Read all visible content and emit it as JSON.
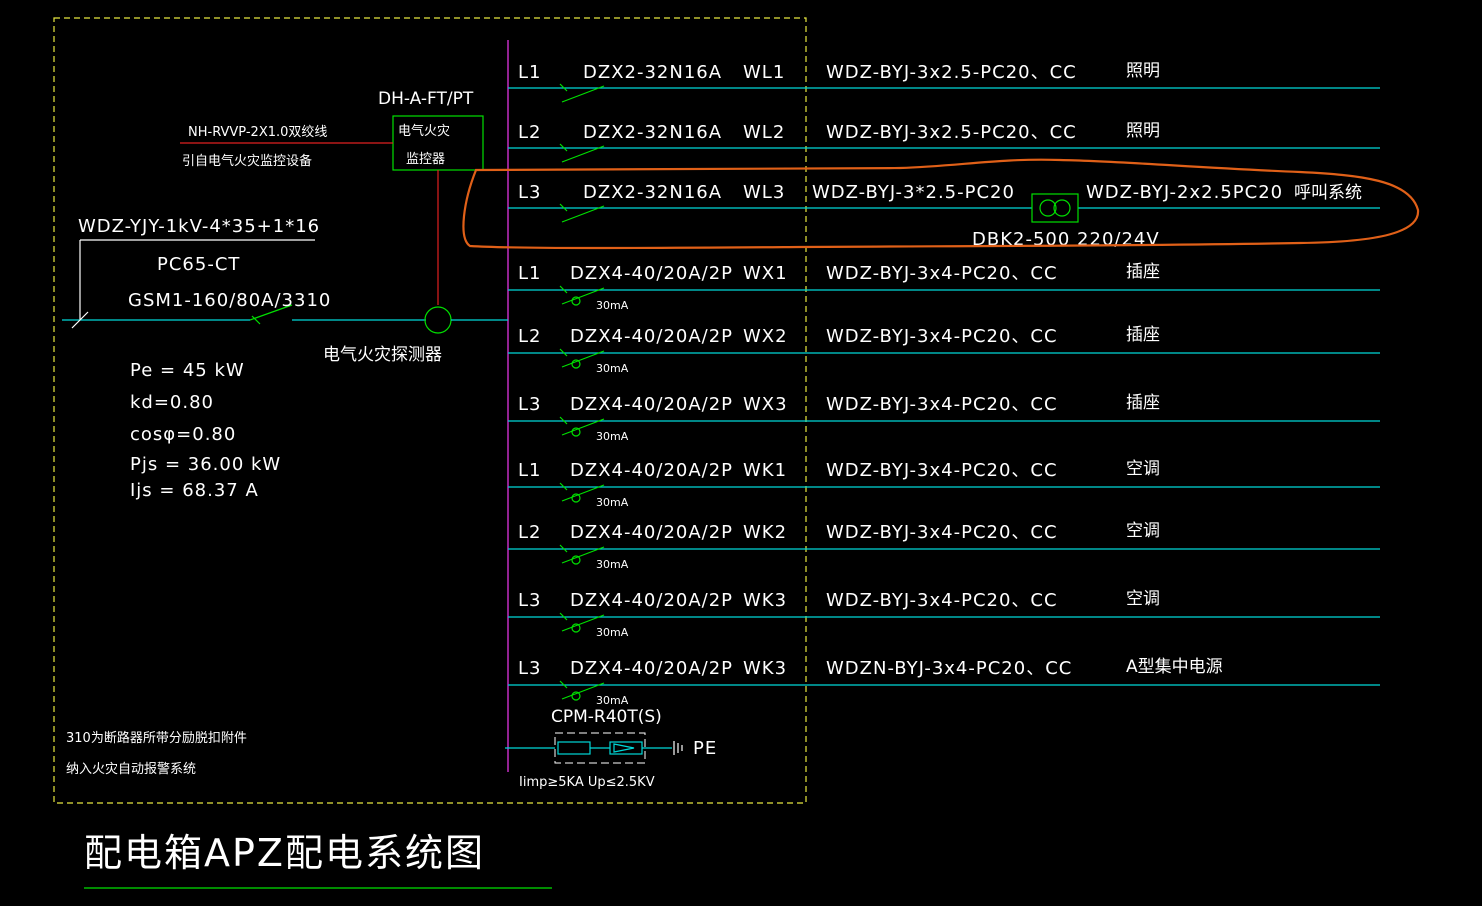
{
  "title": "配电箱APZ配电系统图",
  "incoming": {
    "cable": "WDZ-YJY-1kV-4*35+1*16",
    "meter": "PC65-CT",
    "breaker": "GSM1-160/80A/3310",
    "detector": "电气火灾探测器",
    "monitor_model": "DH-A-FT/PT",
    "monitor_line1": "电气火灾",
    "monitor_line2": "监控器",
    "signal_cable": "NH-RVVP-2X1.0双绞线",
    "signal_note": "引自电气火灾监控设备"
  },
  "params": {
    "pe": "Pe = 45  kW",
    "kd": "kd=0.80",
    "cos": "cosφ=0.80",
    "pjs": "Pjs = 36.00  kW",
    "ijs": "Ijs = 68.37  A"
  },
  "notes": {
    "line1": "310为断路器所带分励脱扣附件",
    "line2": "纳入火灾自动报警系统"
  },
  "circuits": [
    {
      "phase": "L1",
      "breaker": "DZX2-32N16A",
      "id": "WL1",
      "cable": "WDZ-BYJ-3x2.5-PC20、CC",
      "use": "照明",
      "rcd": ""
    },
    {
      "phase": "L2",
      "breaker": "DZX2-32N16A",
      "id": "WL2",
      "cable": "WDZ-BYJ-3x2.5-PC20、CC",
      "use": "照明",
      "rcd": ""
    },
    {
      "phase": "L3",
      "breaker": "DZX2-32N16A",
      "id": "WL3",
      "cable": "WDZ-BYJ-3*2.5-PC20",
      "use": "呼叫系统",
      "rcd": "",
      "cable2": "WDZ-BYJ-2x2.5PC20",
      "transformer": "DBK2-500  220/24V"
    },
    {
      "phase": "L1",
      "breaker": "DZX4-40/20A/2P",
      "id": "WX1",
      "cable": "WDZ-BYJ-3x4-PC20、CC",
      "use": "插座",
      "rcd": "30mA"
    },
    {
      "phase": "L2",
      "breaker": "DZX4-40/20A/2P",
      "id": "WX2",
      "cable": "WDZ-BYJ-3x4-PC20、CC",
      "use": "插座",
      "rcd": "30mA"
    },
    {
      "phase": "L3",
      "breaker": "DZX4-40/20A/2P",
      "id": "WX3",
      "cable": "WDZ-BYJ-3x4-PC20、CC",
      "use": "插座",
      "rcd": "30mA"
    },
    {
      "phase": "L1",
      "breaker": "DZX4-40/20A/2P",
      "id": "WK1",
      "cable": "WDZ-BYJ-3x4-PC20、CC",
      "use": "空调",
      "rcd": "30mA"
    },
    {
      "phase": "L2",
      "breaker": "DZX4-40/20A/2P",
      "id": "WK2",
      "cable": "WDZ-BYJ-3x4-PC20、CC",
      "use": "空调",
      "rcd": "30mA"
    },
    {
      "phase": "L3",
      "breaker": "DZX4-40/20A/2P",
      "id": "WK3",
      "cable": "WDZ-BYJ-3x4-PC20、CC",
      "use": "空调",
      "rcd": "30mA"
    },
    {
      "phase": "L3",
      "breaker": "DZX4-40/20A/2P",
      "id": "WK3",
      "cable": "WDZN-BYJ-3x4-PC20、CC",
      "use": "A型集中电源",
      "rcd": "30mA"
    }
  ],
  "spd": {
    "model": "CPM-R40T(S)",
    "pe": "PE",
    "rating": "Iimp≥5KA  Up≤2.5KV"
  },
  "colors": {
    "background": "#000000",
    "bus": "#d030d0",
    "feeder": "#00d8d8",
    "breaker": "#00e000",
    "signal": "#e02020",
    "frame": "#e8e840",
    "highlight": "#e06018"
  }
}
